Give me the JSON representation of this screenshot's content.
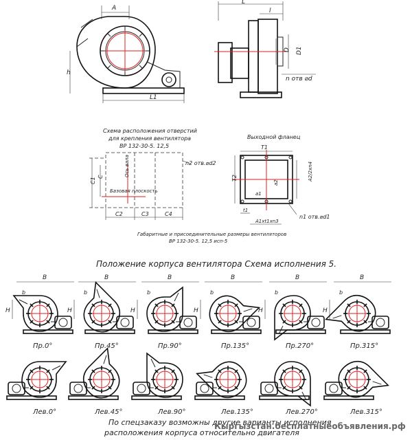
{
  "top_views": {
    "front_labels": {
      "a": "A",
      "h": "h",
      "l1": "L1"
    },
    "side_labels": {
      "l": "L",
      "l_small": "l",
      "d": "D",
      "d1": "D1",
      "holes": "n отв ⌀d"
    }
  },
  "hole_scheme": {
    "title_line1": "Схема расположения отверстий",
    "title_line2": "для крепления вентилятора",
    "title_line3": "ВР 132-30-5. 12,5",
    "holes_label": "n2 отв.⌀d2",
    "axis_label": "Ось вала",
    "base_label": "Базовая плоскость",
    "c1": "C1",
    "c": "C",
    "c2": "C2",
    "c3": "C3",
    "c4": "C4"
  },
  "outlet_flange": {
    "title": "Выходной фланец",
    "t1": "T1",
    "t2": "T2",
    "a1": "a1",
    "a2": "a2",
    "a2n": "A2/2xn4",
    "n1": "n1 отв.⌀d1",
    "t1_small": "t1",
    "a1n": "A1xt1xn3"
  },
  "caption": {
    "line1": "Габаритные и присоединительные размеры вентиляторов",
    "line2": "ВР 132-30-5. 12,5 исп-5"
  },
  "section_title": "Положение корпуса вентилятора Схема исполнения 5.",
  "row1": [
    {
      "label": "Пр.0°",
      "rot": 0
    },
    {
      "label": "Пр.45°",
      "rot": 45
    },
    {
      "label": "Пр.90°",
      "rot": 90
    },
    {
      "label": "Пр.135°",
      "rot": 135
    },
    {
      "label": "Пр.270°",
      "rot": 270
    },
    {
      "label": "Пр.315°",
      "rot": 315
    }
  ],
  "row2": [
    {
      "label": "Лев.0°",
      "rot": 0
    },
    {
      "label": "Лев.45°",
      "rot": 45
    },
    {
      "label": "Лев.90°",
      "rot": 90
    },
    {
      "label": "Лев.135°",
      "rot": 135
    },
    {
      "label": "Лев.270°",
      "rot": 270
    },
    {
      "label": "Лев.315°",
      "rot": 315
    }
  ],
  "small_labels": {
    "b": "B",
    "h": "H",
    "b_small": "b"
  },
  "footer_line1": "По спецзаказу возможны другие варианты исполнения",
  "footer_line2": "расположения корпуса относительно двигателя",
  "watermark": "Кыргызстан.бесплатныеобъявления.рф"
}
